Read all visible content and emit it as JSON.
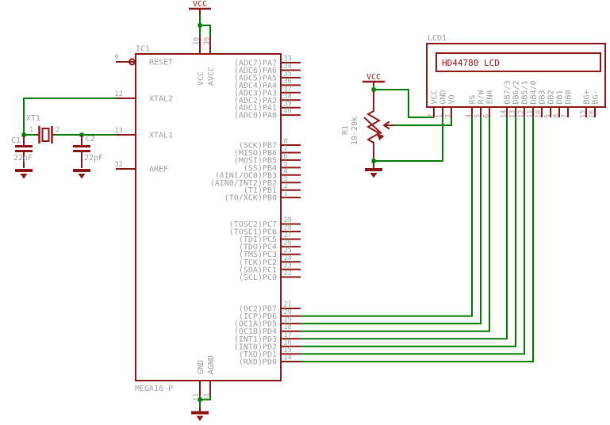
{
  "colors": {
    "symbol": "#8c1616",
    "net": "#007d00",
    "label": "#9c9c9c"
  },
  "ic": {
    "ref": "IC1",
    "value": "MEGA16-P",
    "left_pins": [
      {
        "num": "9",
        "name": "RESET"
      },
      {
        "num": "12",
        "name": "XTAL2"
      },
      {
        "num": "13",
        "name": "XTAL1"
      },
      {
        "num": "32",
        "name": "AREF"
      }
    ],
    "top_pins": [
      {
        "num": "10",
        "name": "VCC"
      },
      {
        "num": "30",
        "name": "AVCC"
      }
    ],
    "bottom_pins": [
      {
        "num": "11",
        "name": "GND"
      },
      {
        "num": "31",
        "name": "AGND"
      }
    ],
    "port_a": [
      {
        "num": "33",
        "name": "(ADC7)PA7"
      },
      {
        "num": "34",
        "name": "(ADC6)PA6"
      },
      {
        "num": "35",
        "name": "(ADC5)PA5"
      },
      {
        "num": "36",
        "name": "(ADC4)PA4"
      },
      {
        "num": "37",
        "name": "(ADC3)PA3"
      },
      {
        "num": "38",
        "name": "(ADC2)PA2"
      },
      {
        "num": "39",
        "name": "(ADC1)PA1"
      },
      {
        "num": "40",
        "name": "(ADC0)PA0"
      }
    ],
    "port_b": [
      {
        "num": "8",
        "name": "(SCK)PB7"
      },
      {
        "num": "7",
        "name": "(MISO)PB6"
      },
      {
        "num": "6",
        "name": "(MOSI)PB5"
      },
      {
        "num": "5",
        "name": "(SS)PB4"
      },
      {
        "num": "4",
        "name": "(AIN1/OC0)PB3"
      },
      {
        "num": "3",
        "name": "(AIN0/INT2)PB2"
      },
      {
        "num": "2",
        "name": "(T1)PB1"
      },
      {
        "num": "1",
        "name": "(T0/XCK)PB0"
      }
    ],
    "port_c": [
      {
        "num": "29",
        "name": "(TOSC2)PC7"
      },
      {
        "num": "28",
        "name": "(TOSC1)PC6"
      },
      {
        "num": "27",
        "name": "(TDI)PC5"
      },
      {
        "num": "26",
        "name": "(TDO)PC4"
      },
      {
        "num": "25",
        "name": "(TMS)PC3"
      },
      {
        "num": "24",
        "name": "(TCK)PC2"
      },
      {
        "num": "23",
        "name": "(SDA)PC1"
      },
      {
        "num": "22",
        "name": "(SCL)PC0"
      }
    ],
    "port_d": [
      {
        "num": "21",
        "name": "(OC2)PD7"
      },
      {
        "num": "20",
        "name": "(ICP)PD6"
      },
      {
        "num": "19",
        "name": "(OC1A)PD5"
      },
      {
        "num": "18",
        "name": "(OC1B)PD4"
      },
      {
        "num": "17",
        "name": "(INT1)PD3"
      },
      {
        "num": "16",
        "name": "(INT0)PD2"
      },
      {
        "num": "15",
        "name": "(TXD)PD1"
      },
      {
        "num": "14",
        "name": "(RXD)PD0"
      }
    ]
  },
  "lcd": {
    "ref": "LCD1",
    "value": "HD44780 LCD",
    "pins": [
      {
        "num": "2",
        "label": "VCC"
      },
      {
        "num": "1",
        "label": "GND"
      },
      {
        "num": "3",
        "label": "VO"
      },
      {
        "num": "4",
        "label": "RS"
      },
      {
        "num": "5",
        "label": "R/W"
      },
      {
        "num": "6",
        "label": "ENA"
      },
      {
        "num": "14",
        "label": "DB7/3"
      },
      {
        "num": "13",
        "label": "DB6/2"
      },
      {
        "num": "12",
        "label": "DB5/1"
      },
      {
        "num": "11",
        "label": "DB4/0"
      },
      {
        "num": "10",
        "label": "DB3"
      },
      {
        "num": "9",
        "label": "DB2"
      },
      {
        "num": "8",
        "label": "DB1"
      },
      {
        "num": "7",
        "label": "DB0"
      },
      {
        "num": "15",
        "label": "BG+"
      },
      {
        "num": "16",
        "label": "BG-"
      }
    ]
  },
  "crystal": {
    "ref": "XT1",
    "pin1": "1",
    "pin2": "2"
  },
  "capacitors": [
    {
      "ref": "C1",
      "value": "22pF"
    },
    {
      "ref": "C2",
      "value": "22pF"
    }
  ],
  "pot": {
    "ref": "R1",
    "value": "10-20k"
  },
  "supplies": {
    "vcc": "VCC"
  }
}
